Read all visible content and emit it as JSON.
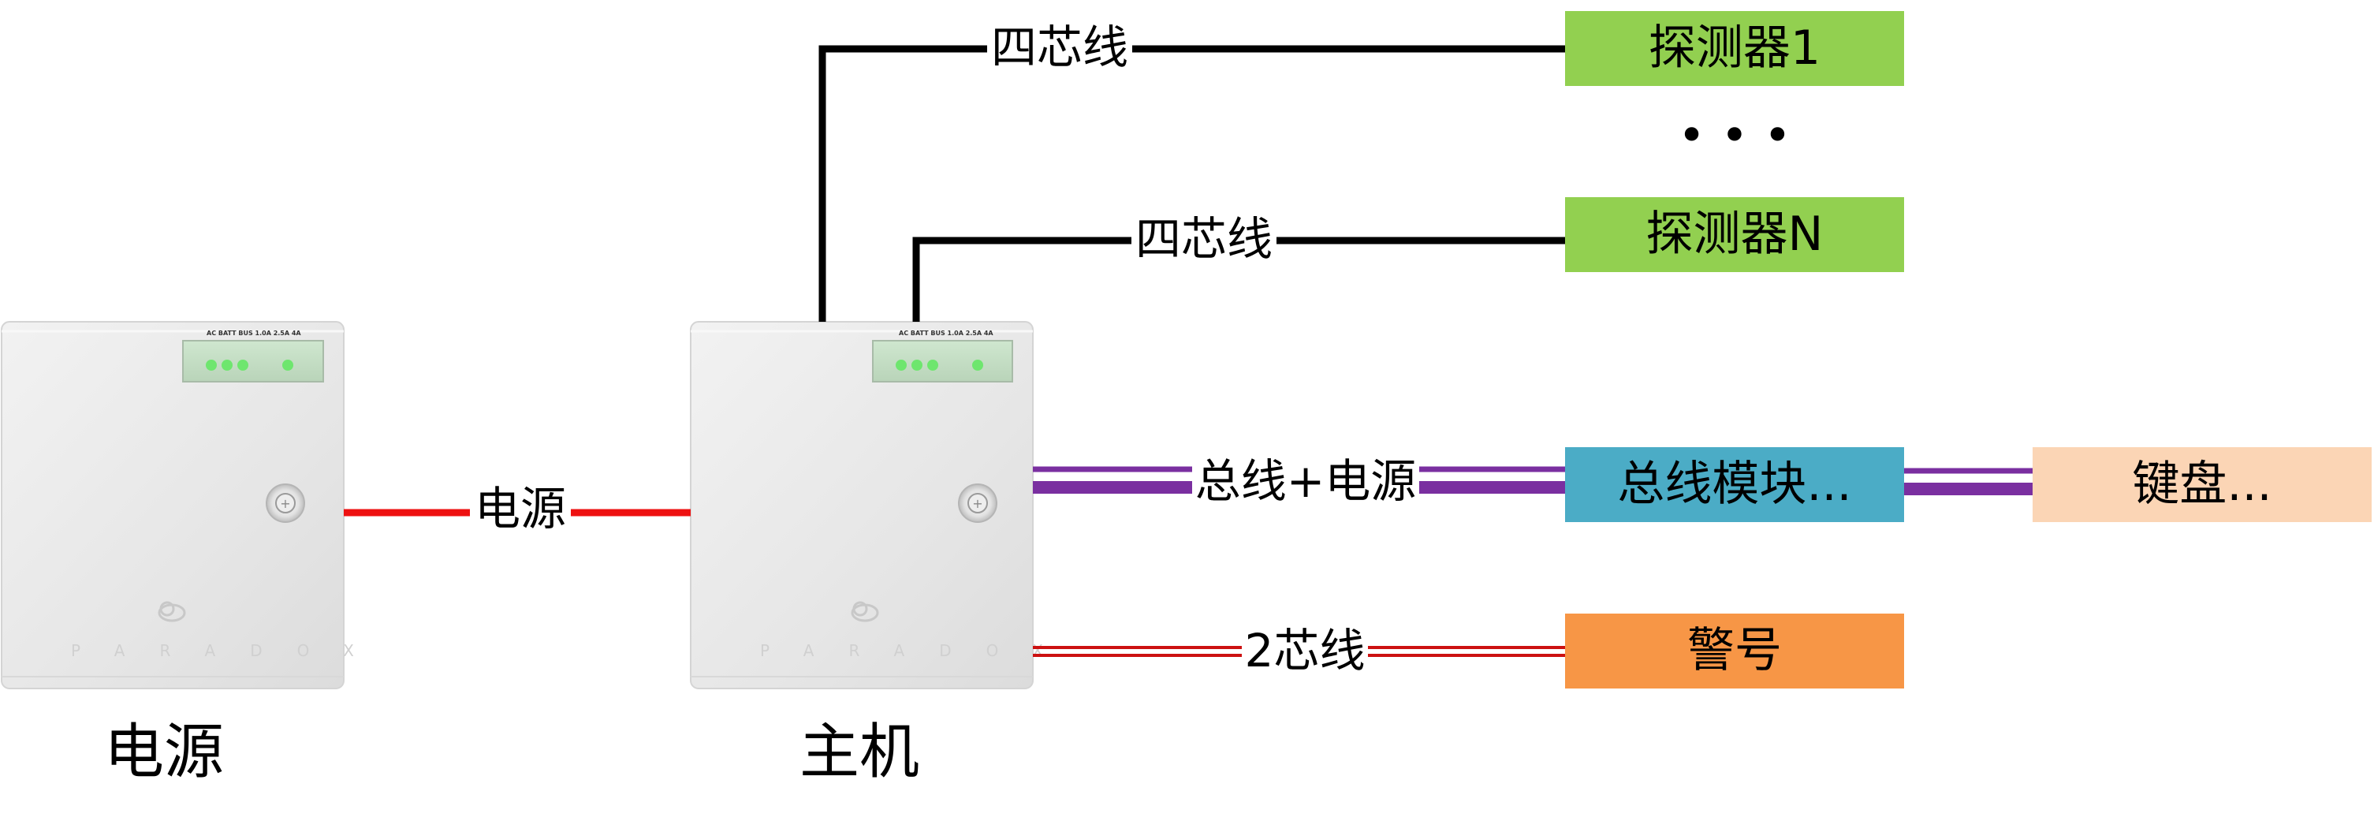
{
  "colors": {
    "power_wire": "#ee1111",
    "signal_wire": "#000000",
    "bus_wire": "#7a2fa0",
    "siren_wire": "#cc1111",
    "detector_box": "#92d050",
    "bus_module_box": "#4bacc6",
    "keypad_box": "#fbd5b5",
    "siren_box": "#f79646",
    "panel_body": "#e9e9e9"
  },
  "devices": {
    "power_supply": {
      "caption": "电源",
      "led_labels": "AC  BATT  BUS  1.0A  2.5A  4A",
      "brand": "PARADOX"
    },
    "main_panel": {
      "caption": "主机",
      "led_labels": "AC  BATT  BUS  1.0A  2.5A  4A",
      "brand": "PARADOX"
    }
  },
  "boxes": {
    "detector_1": "探测器1",
    "ellipsis": "• • •",
    "detector_n": "探测器N",
    "bus_module": "总线模块...",
    "keypad": "键盘...",
    "siren": "警号"
  },
  "wires": {
    "detector_1_wire": "四芯线",
    "detector_n_wire": "四芯线",
    "power_wire": "电源",
    "bus_wire": "总线+电源",
    "siren_wire": "2芯线"
  }
}
